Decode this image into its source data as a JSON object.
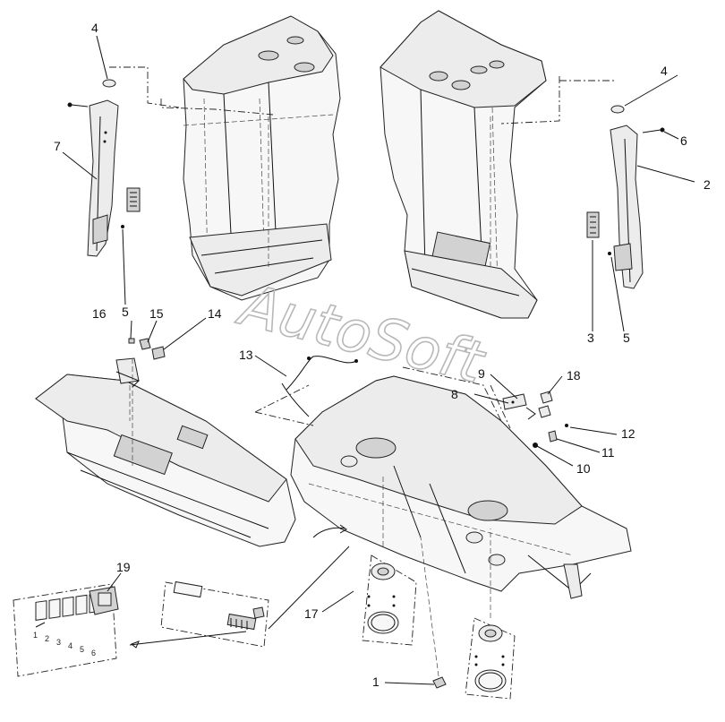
{
  "diagram": {
    "watermark": "AutoSoft",
    "callouts": {
      "c1": "1",
      "c2": "2",
      "c3": "3",
      "c4a": "4",
      "c4b": "4",
      "c5a": "5",
      "c5b": "5",
      "c6": "6",
      "c7": "7",
      "c8": "8",
      "c9": "9",
      "c10": "10",
      "c11": "11",
      "c12": "12",
      "c13": "13",
      "c14": "14",
      "c15": "15",
      "c16": "16",
      "c17": "17",
      "c18": "18",
      "c19": "19"
    },
    "switch_panel_numbers": [
      "1",
      "2",
      "3",
      "4",
      "5",
      "6"
    ]
  }
}
